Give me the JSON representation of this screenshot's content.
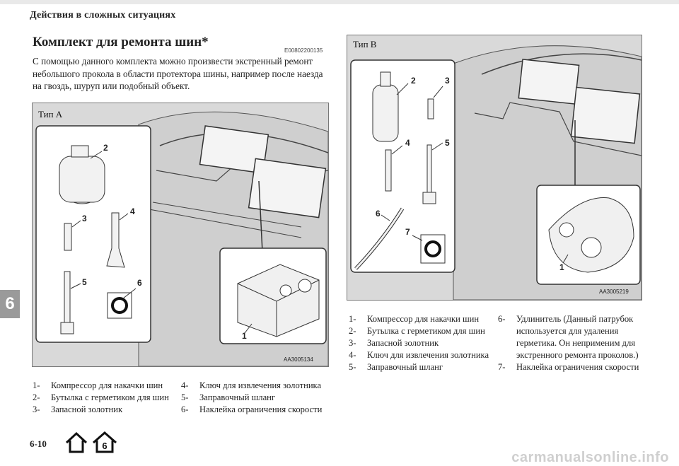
{
  "header": {
    "running_title": "Действия в сложных ситуациях"
  },
  "section": {
    "title": "Комплект для ремонта шин*",
    "code": "E00802200135",
    "intro": "С помощью данного комплекта можно произвести экстренный ремонт небольшого прокола в области протектора шины, например после наезда на гвоздь, шуруп или подобный объект."
  },
  "chapter_tab": "6",
  "figure_a": {
    "label": "Тип A",
    "code": "AA3005134",
    "callouts": [
      "1",
      "2",
      "3",
      "4",
      "5",
      "6"
    ],
    "items": [
      {
        "n": "1-",
        "text": "Компрессор для накачки шин"
      },
      {
        "n": "2-",
        "text": "Бутылка с герметиком для шин"
      },
      {
        "n": "3-",
        "text": "Запасной золотник"
      },
      {
        "n": "4-",
        "text": "Ключ для извлечения золотника"
      },
      {
        "n": "5-",
        "text": "Заправочный шланг"
      },
      {
        "n": "6-",
        "text": "Наклейка ограничения скорости"
      }
    ]
  },
  "figure_b": {
    "label": "Тип B",
    "code": "AA3005219",
    "callouts": [
      "1",
      "2",
      "3",
      "4",
      "5",
      "6",
      "7"
    ],
    "items": [
      {
        "n": "1-",
        "text": "Компрессор для накачки шин"
      },
      {
        "n": "2-",
        "text": "Бутылка с герметиком для шин"
      },
      {
        "n": "3-",
        "text": "Запасной золотник"
      },
      {
        "n": "4-",
        "text": "Ключ для извлечения золотника"
      },
      {
        "n": "5-",
        "text": "Заправочный шланг"
      },
      {
        "n": "6-",
        "text": "Удлинитель (Данный патрубок используется для удаления герметика. Он неприменим для экстренного ремонта проколов.)"
      },
      {
        "n": "7-",
        "text": "Наклейка ограничения скорости"
      }
    ]
  },
  "footer": {
    "page_number": "6-10",
    "icons": [
      "home-icon",
      "chapter-home-icon"
    ],
    "chapter_icon_label": "6",
    "watermark": "carmanualsonline.info"
  }
}
